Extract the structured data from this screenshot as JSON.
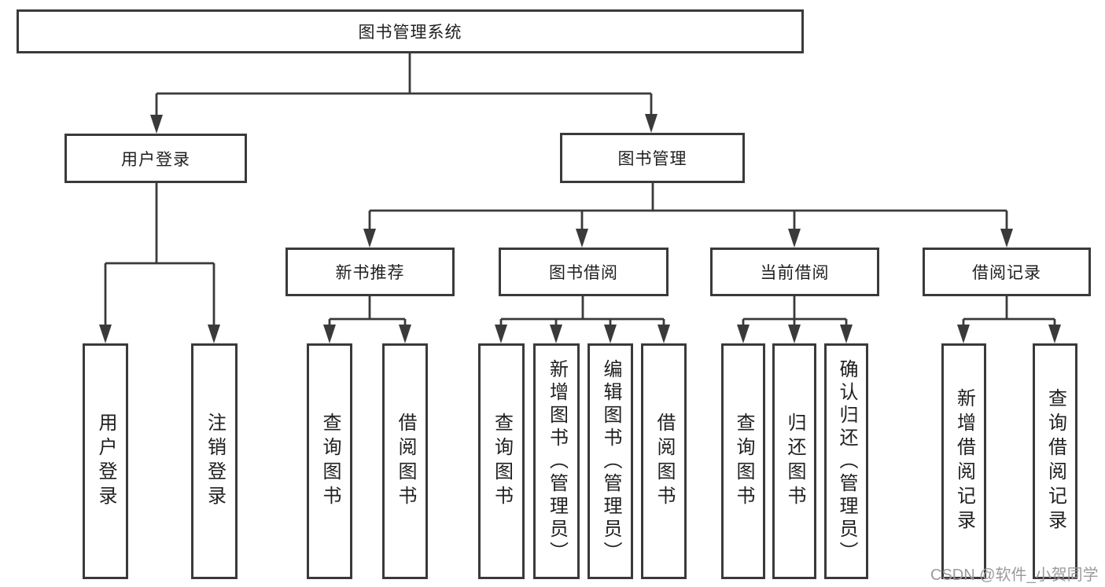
{
  "tree": {
    "root": {
      "label": "图书管理系统"
    },
    "branches": [
      {
        "label": "用户登录",
        "children": [
          {
            "label": "用户登录"
          },
          {
            "label": "注销登录"
          }
        ]
      },
      {
        "label": "图书管理",
        "children": [
          {
            "label": "新书推荐",
            "children": [
              {
                "label": "查询图书"
              },
              {
                "label": "借阅图书"
              }
            ]
          },
          {
            "label": "图书借阅",
            "children": [
              {
                "label": "查询图书"
              },
              {
                "label": "新增图书（管理员）"
              },
              {
                "label": "编辑图书（管理员）"
              },
              {
                "label": "借阅图书"
              }
            ]
          },
          {
            "label": "当前借阅",
            "children": [
              {
                "label": "查询图书"
              },
              {
                "label": "归还图书"
              },
              {
                "label": "确认归还（管理员）"
              }
            ]
          },
          {
            "label": "借阅记录",
            "children": [
              {
                "label": "新增借阅记录"
              },
              {
                "label": "查询借阅记录"
              }
            ]
          }
        ]
      }
    ]
  },
  "watermark": {
    "text": "CSDN @软件_小贺同学"
  },
  "colors": {
    "line": "#3a3a3a",
    "box_bg": "#ffffff",
    "text": "#1f1f1f",
    "watermark": "#9b9b9b"
  }
}
